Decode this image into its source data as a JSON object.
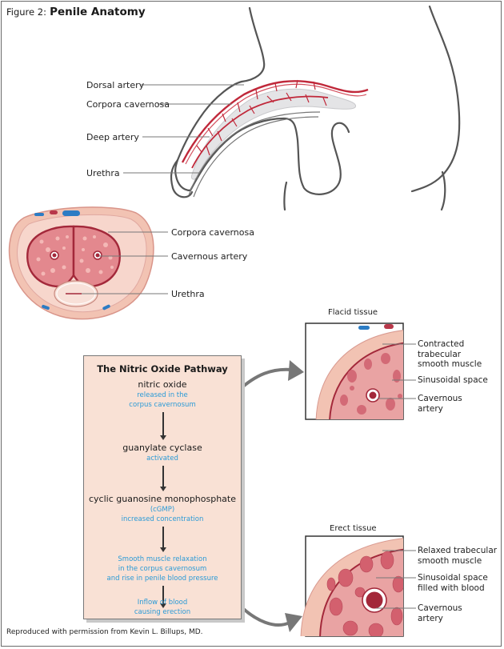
{
  "figure": {
    "label": "Figure 2:",
    "title": "Penile Anatomy"
  },
  "side_view": {
    "labels": [
      {
        "text": "Dorsal artery"
      },
      {
        "text": "Corpora cavernosa"
      },
      {
        "text": "Deep artery"
      },
      {
        "text": "Urethra"
      }
    ]
  },
  "cross_section": {
    "labels": [
      {
        "text": "Corpora cavernosa"
      },
      {
        "text": "Cavernous artery"
      },
      {
        "text": "Urethra"
      }
    ]
  },
  "pathway": {
    "title": "The Nitric Oxide Pathway",
    "steps": [
      {
        "main": "nitric oxide",
        "sub": [
          "released in the",
          "corpus cavernosum"
        ]
      },
      {
        "main": "guanylate cyclase",
        "sub": [
          "activated"
        ]
      },
      {
        "main": "cyclic guanosine monophosphate",
        "sub": [
          "(cGMP)",
          "increased concentration"
        ]
      },
      {
        "main": "",
        "sub": [
          "Smooth muscle relaxation",
          "in the corpus cavernosum",
          "and rise in penile blood pressure"
        ]
      },
      {
        "main": "",
        "sub": [
          "Inflow of blood",
          "causing erection"
        ]
      }
    ]
  },
  "flacid": {
    "title": "Flacid tissue",
    "labels": [
      {
        "lines": [
          "Contracted",
          "trabecular",
          "smooth muscle"
        ]
      },
      {
        "lines": [
          "Sinusoidal space"
        ]
      },
      {
        "lines": [
          "Cavernous",
          "artery"
        ]
      }
    ]
  },
  "erect": {
    "title": "Erect tissue",
    "labels": [
      {
        "lines": [
          "Relaxed trabecular",
          "smooth muscle"
        ]
      },
      {
        "lines": [
          "Sinusoidal space",
          "filled with blood"
        ]
      },
      {
        "lines": [
          "Cavernous",
          "artery"
        ]
      }
    ]
  },
  "footer": "Reproduced with permission from Kevin L. Billups, MD.",
  "colors": {
    "artery_red": "#c0283a",
    "tissue_pink": "#e59a9c",
    "skin_peach": "#f2c3b3",
    "vein_blue": "#2c7cc4",
    "pathway_bg": "#f9e1d5",
    "pathway_sub_text": "#2a9ad6",
    "outline_gray": "#555555"
  }
}
